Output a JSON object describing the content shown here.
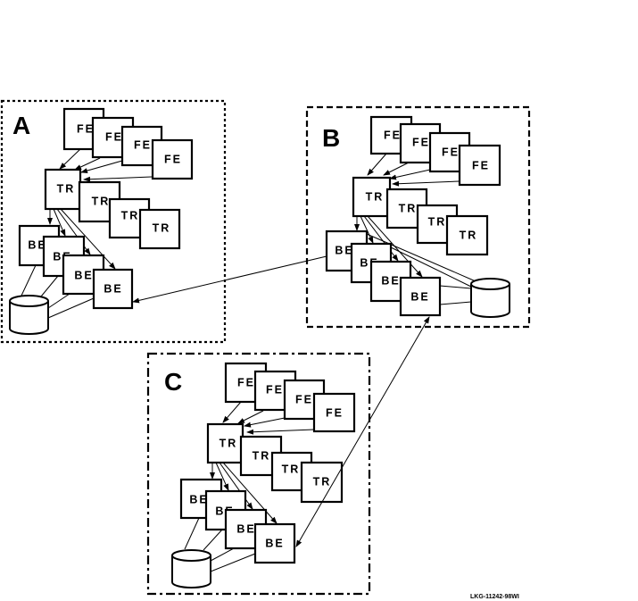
{
  "diagram": {
    "panels": [
      {
        "id": "A",
        "label": "A",
        "frame_style": "dotted",
        "fe": [
          "FE",
          "FE",
          "FE",
          "FE"
        ],
        "tr": [
          "TR",
          "TR",
          "TR",
          "TR"
        ],
        "be": [
          "BE",
          "BE",
          "BE",
          "BE"
        ],
        "has_database": true
      },
      {
        "id": "B",
        "label": "B",
        "frame_style": "dashed",
        "fe": [
          "FE",
          "FE",
          "FE",
          "FE"
        ],
        "tr": [
          "TR",
          "TR",
          "TR",
          "TR"
        ],
        "be": [
          "BE",
          "BE",
          "BE",
          "BE"
        ],
        "has_database": true
      },
      {
        "id": "C",
        "label": "C",
        "frame_style": "dash-dot",
        "fe": [
          "FE",
          "FE",
          "FE",
          "FE"
        ],
        "tr": [
          "TR",
          "TR",
          "TR",
          "TR"
        ],
        "be": [
          "BE",
          "BE",
          "BE",
          "BE"
        ],
        "has_database": true
      }
    ],
    "inter_links": [
      {
        "from": "B.BE1",
        "to": "A.BE4",
        "direction": "one-way"
      },
      {
        "from": "B.BE4",
        "to": "C.BE4",
        "direction": "two-way"
      }
    ],
    "footer_code": "LKG-11242-98WI"
  }
}
